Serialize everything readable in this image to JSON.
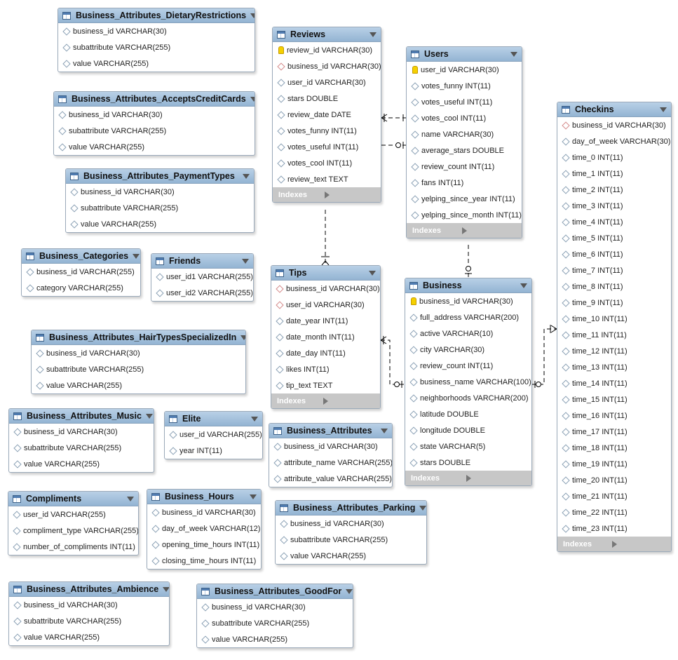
{
  "diagram": {
    "tables": [
      {
        "id": "diet",
        "name": "Business_Attributes_DietaryRestrictions",
        "columns": [
          {
            "text": "business_id VARCHAR(30)",
            "kind": "col"
          },
          {
            "text": "subattribute VARCHAR(255)",
            "kind": "col"
          },
          {
            "text": "value VARCHAR(255)",
            "kind": "col"
          }
        ]
      },
      {
        "id": "credit",
        "name": "Business_Attributes_AcceptsCreditCards",
        "columns": [
          {
            "text": "business_id VARCHAR(30)",
            "kind": "col"
          },
          {
            "text": "subattribute VARCHAR(255)",
            "kind": "col"
          },
          {
            "text": "value VARCHAR(255)",
            "kind": "col"
          }
        ]
      },
      {
        "id": "payment",
        "name": "Business_Attributes_PaymentTypes",
        "columns": [
          {
            "text": "business_id VARCHAR(30)",
            "kind": "col"
          },
          {
            "text": "subattribute VARCHAR(255)",
            "kind": "col"
          },
          {
            "text": "value VARCHAR(255)",
            "kind": "col"
          }
        ]
      },
      {
        "id": "categories",
        "name": "Business_Categories",
        "columns": [
          {
            "text": "business_id VARCHAR(255)",
            "kind": "col"
          },
          {
            "text": "category VARCHAR(255)",
            "kind": "col"
          }
        ]
      },
      {
        "id": "friends",
        "name": "Friends",
        "columns": [
          {
            "text": "user_id1 VARCHAR(255)",
            "kind": "col"
          },
          {
            "text": "user_id2 VARCHAR(255)",
            "kind": "col"
          }
        ]
      },
      {
        "id": "hair",
        "name": "Business_Attributes_HairTypesSpecializedIn",
        "columns": [
          {
            "text": "business_id VARCHAR(30)",
            "kind": "col"
          },
          {
            "text": "subattribute VARCHAR(255)",
            "kind": "col"
          },
          {
            "text": "value VARCHAR(255)",
            "kind": "col"
          }
        ]
      },
      {
        "id": "music",
        "name": "Business_Attributes_Music",
        "columns": [
          {
            "text": "business_id VARCHAR(30)",
            "kind": "col"
          },
          {
            "text": "subattribute VARCHAR(255)",
            "kind": "col"
          },
          {
            "text": "value VARCHAR(255)",
            "kind": "col"
          }
        ]
      },
      {
        "id": "elite",
        "name": "Elite",
        "columns": [
          {
            "text": "user_id VARCHAR(255)",
            "kind": "col"
          },
          {
            "text": "year INT(11)",
            "kind": "col"
          }
        ]
      },
      {
        "id": "compliments",
        "name": "Compliments",
        "columns": [
          {
            "text": "user_id VARCHAR(255)",
            "kind": "col"
          },
          {
            "text": "compliment_type VARCHAR(255)",
            "kind": "col"
          },
          {
            "text": "number_of_compliments INT(11)",
            "kind": "col"
          }
        ]
      },
      {
        "id": "hours",
        "name": "Business_Hours",
        "columns": [
          {
            "text": "business_id VARCHAR(30)",
            "kind": "col"
          },
          {
            "text": "day_of_week VARCHAR(12)",
            "kind": "col"
          },
          {
            "text": "opening_time_hours INT(11)",
            "kind": "col"
          },
          {
            "text": "closing_time_hours INT(11)",
            "kind": "col"
          }
        ]
      },
      {
        "id": "ambience",
        "name": "Business_Attributes_Ambience",
        "columns": [
          {
            "text": "business_id VARCHAR(30)",
            "kind": "col"
          },
          {
            "text": "subattribute VARCHAR(255)",
            "kind": "col"
          },
          {
            "text": "value VARCHAR(255)",
            "kind": "col"
          }
        ]
      },
      {
        "id": "goodfor",
        "name": "Business_Attributes_GoodFor",
        "columns": [
          {
            "text": "business_id VARCHAR(30)",
            "kind": "col"
          },
          {
            "text": "subattribute VARCHAR(255)",
            "kind": "col"
          },
          {
            "text": "value VARCHAR(255)",
            "kind": "col"
          }
        ]
      },
      {
        "id": "reviews",
        "name": "Reviews",
        "indexes_label": "Indexes",
        "columns": [
          {
            "text": "review_id VARCHAR(30)",
            "kind": "pk"
          },
          {
            "text": "business_id VARCHAR(30)",
            "kind": "fk"
          },
          {
            "text": "user_id VARCHAR(30)",
            "kind": "col"
          },
          {
            "text": "stars DOUBLE",
            "kind": "col"
          },
          {
            "text": "review_date DATE",
            "kind": "col"
          },
          {
            "text": "votes_funny INT(11)",
            "kind": "col"
          },
          {
            "text": "votes_useful INT(11)",
            "kind": "col"
          },
          {
            "text": "votes_cool INT(11)",
            "kind": "col"
          },
          {
            "text": "review_text TEXT",
            "kind": "col"
          }
        ]
      },
      {
        "id": "tips",
        "name": "Tips",
        "indexes_label": "Indexes",
        "columns": [
          {
            "text": "business_id VARCHAR(30)",
            "kind": "fk"
          },
          {
            "text": "user_id VARCHAR(30)",
            "kind": "fk"
          },
          {
            "text": "date_year INT(11)",
            "kind": "col"
          },
          {
            "text": "date_month INT(11)",
            "kind": "col"
          },
          {
            "text": "date_day INT(11)",
            "kind": "col"
          },
          {
            "text": "likes INT(11)",
            "kind": "col"
          },
          {
            "text": "tip_text TEXT",
            "kind": "col"
          }
        ]
      },
      {
        "id": "battrs",
        "name": "Business_Attributes",
        "columns": [
          {
            "text": "business_id VARCHAR(30)",
            "kind": "col"
          },
          {
            "text": "attribute_name VARCHAR(255)",
            "kind": "col"
          },
          {
            "text": "attribute_value VARCHAR(255)",
            "kind": "col"
          }
        ]
      },
      {
        "id": "parking",
        "name": "Business_Attributes_Parking",
        "columns": [
          {
            "text": "business_id VARCHAR(30)",
            "kind": "col"
          },
          {
            "text": "subattribute VARCHAR(255)",
            "kind": "col"
          },
          {
            "text": "value VARCHAR(255)",
            "kind": "col"
          }
        ]
      },
      {
        "id": "users",
        "name": "Users",
        "indexes_label": "Indexes",
        "columns": [
          {
            "text": "user_id VARCHAR(30)",
            "kind": "pk"
          },
          {
            "text": "votes_funny INT(11)",
            "kind": "col"
          },
          {
            "text": "votes_useful INT(11)",
            "kind": "col"
          },
          {
            "text": "votes_cool INT(11)",
            "kind": "col"
          },
          {
            "text": "name VARCHAR(30)",
            "kind": "col"
          },
          {
            "text": "average_stars DOUBLE",
            "kind": "col"
          },
          {
            "text": "review_count INT(11)",
            "kind": "col"
          },
          {
            "text": "fans INT(11)",
            "kind": "col"
          },
          {
            "text": "yelping_since_year INT(11)",
            "kind": "col"
          },
          {
            "text": "yelping_since_month INT(11)",
            "kind": "col"
          }
        ]
      },
      {
        "id": "business",
        "name": "Business",
        "indexes_label": "Indexes",
        "columns": [
          {
            "text": "business_id VARCHAR(30)",
            "kind": "pk"
          },
          {
            "text": "full_address VARCHAR(200)",
            "kind": "col"
          },
          {
            "text": "active VARCHAR(10)",
            "kind": "col"
          },
          {
            "text": "city VARCHAR(30)",
            "kind": "col"
          },
          {
            "text": "review_count INT(11)",
            "kind": "col"
          },
          {
            "text": "business_name VARCHAR(100)",
            "kind": "col"
          },
          {
            "text": "neighborhoods VARCHAR(200)",
            "kind": "col"
          },
          {
            "text": "latitude DOUBLE",
            "kind": "col"
          },
          {
            "text": "longitude DOUBLE",
            "kind": "col"
          },
          {
            "text": "state VARCHAR(5)",
            "kind": "col"
          },
          {
            "text": "stars DOUBLE",
            "kind": "col"
          }
        ]
      },
      {
        "id": "checkins",
        "name": "Checkins",
        "indexes_label": "Indexes",
        "columns": [
          {
            "text": "business_id VARCHAR(30)",
            "kind": "fk"
          },
          {
            "text": "day_of_week VARCHAR(30)",
            "kind": "col"
          },
          {
            "text": "time_0 INT(11)",
            "kind": "col"
          },
          {
            "text": "time_1 INT(11)",
            "kind": "col"
          },
          {
            "text": "time_2 INT(11)",
            "kind": "col"
          },
          {
            "text": "time_3 INT(11)",
            "kind": "col"
          },
          {
            "text": "time_4 INT(11)",
            "kind": "col"
          },
          {
            "text": "time_5 INT(11)",
            "kind": "col"
          },
          {
            "text": "time_6 INT(11)",
            "kind": "col"
          },
          {
            "text": "time_7 INT(11)",
            "kind": "col"
          },
          {
            "text": "time_8 INT(11)",
            "kind": "col"
          },
          {
            "text": "time_9 INT(11)",
            "kind": "col"
          },
          {
            "text": "time_10 INT(11)",
            "kind": "col"
          },
          {
            "text": "time_11 INT(11)",
            "kind": "col"
          },
          {
            "text": "time_12 INT(11)",
            "kind": "col"
          },
          {
            "text": "time_13 INT(11)",
            "kind": "col"
          },
          {
            "text": "time_14 INT(11)",
            "kind": "col"
          },
          {
            "text": "time_15 INT(11)",
            "kind": "col"
          },
          {
            "text": "time_16 INT(11)",
            "kind": "col"
          },
          {
            "text": "time_17 INT(11)",
            "kind": "col"
          },
          {
            "text": "time_18 INT(11)",
            "kind": "col"
          },
          {
            "text": "time_19 INT(11)",
            "kind": "col"
          },
          {
            "text": "time_20 INT(11)",
            "kind": "col"
          },
          {
            "text": "time_21 INT(11)",
            "kind": "col"
          },
          {
            "text": "time_22 INT(11)",
            "kind": "col"
          },
          {
            "text": "time_23 INT(11)",
            "kind": "col"
          }
        ]
      }
    ],
    "relationships": [
      {
        "from": "reviews",
        "to": "users",
        "type": "many-to-one"
      },
      {
        "from": "reviews",
        "to": "tips",
        "type": "one-to-many"
      },
      {
        "from": "users",
        "to": "business",
        "type": "one-to-one"
      },
      {
        "from": "tips",
        "to": "business",
        "type": "many-to-one"
      },
      {
        "from": "business",
        "to": "checkins",
        "type": "one-to-many"
      }
    ],
    "colors": {
      "header": "#a7c2dd",
      "indexes_bar": "#c7c7c7",
      "link_line": "#000000"
    }
  }
}
